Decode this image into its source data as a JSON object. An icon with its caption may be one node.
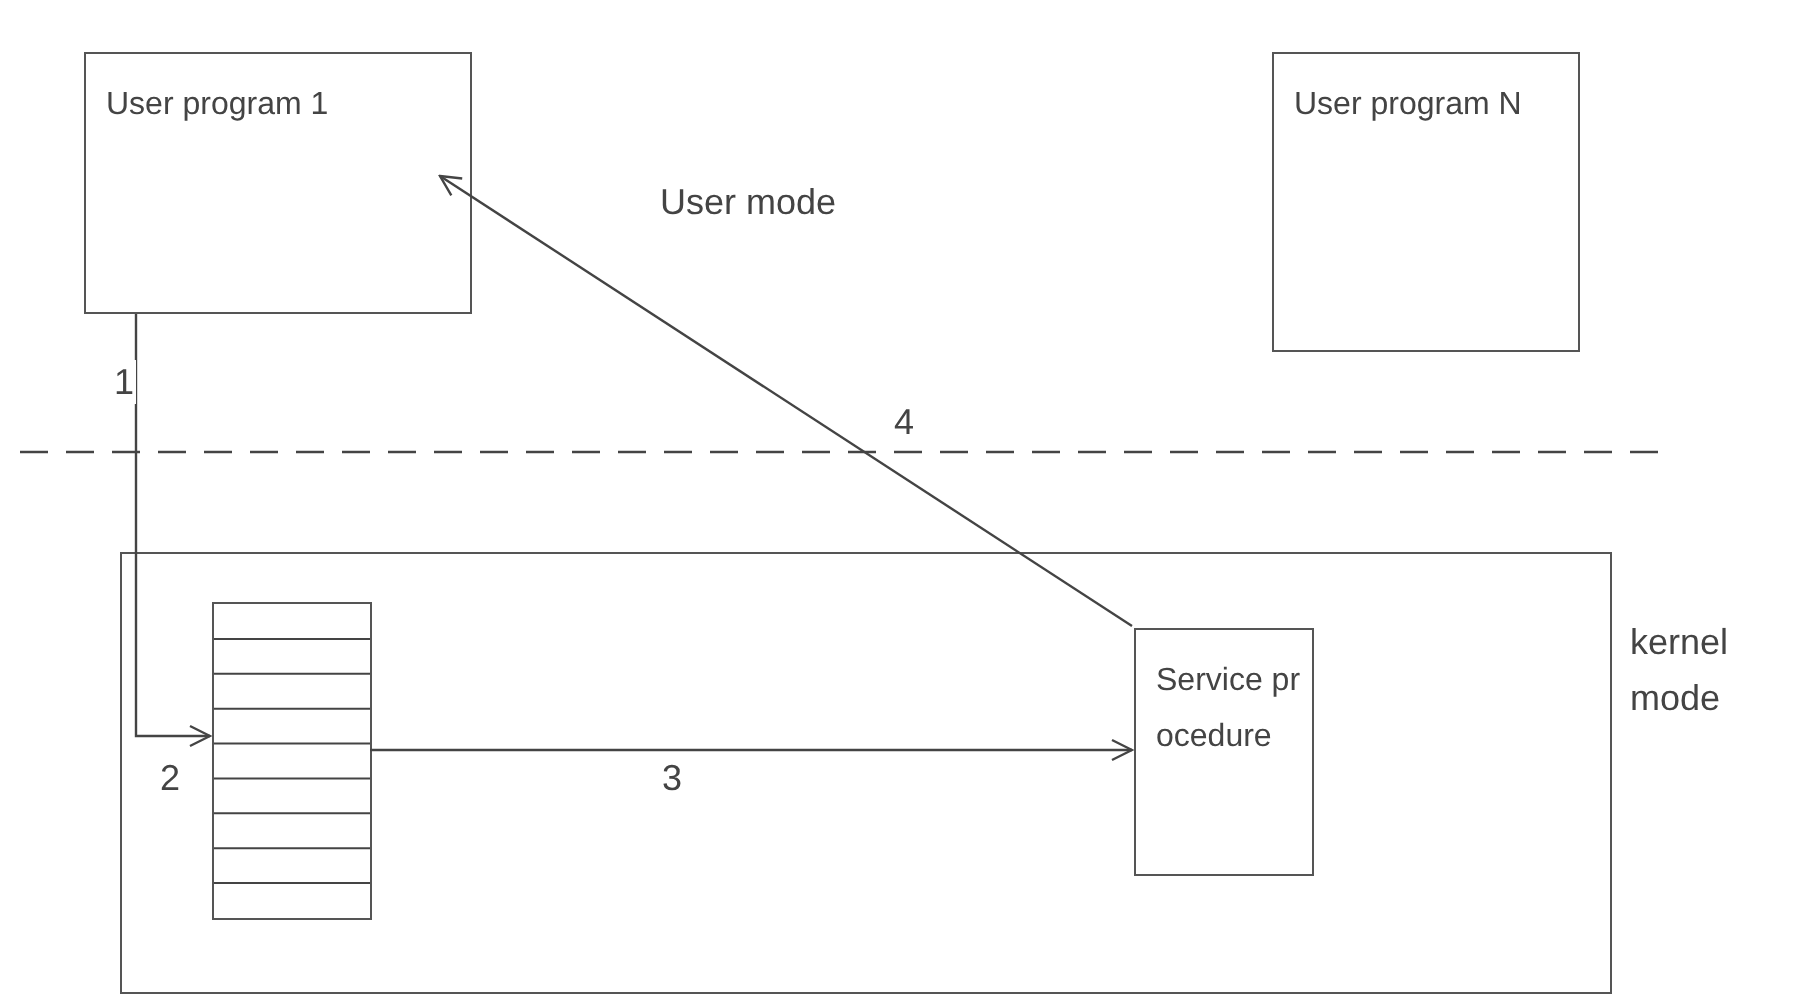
{
  "diagram": {
    "nodes": [
      {
        "text": [
          "User program 1"
        ]
      },
      {
        "text": [
          "User program N"
        ]
      },
      {
        "text": [
          "kernel mode"
        ]
      },
      {
        "text": [],
        "shape": "box",
        "in": 2
      },
      {
        "text": [
          "Service procedure"
        ],
        "in": 2
      }
    ],
    "edges": [
      {
        "from": 0,
        "to": 3,
        "arrow": "to",
        "label": "1"
      },
      {
        "from": 3,
        "to": 4,
        "arrow": "to",
        "label": "3"
      },
      {
        "from": 4,
        "to": 0,
        "arrow": "to",
        "label": "4"
      }
    ],
    "labels": [
      "User mode",
      "2"
    ]
  }
}
